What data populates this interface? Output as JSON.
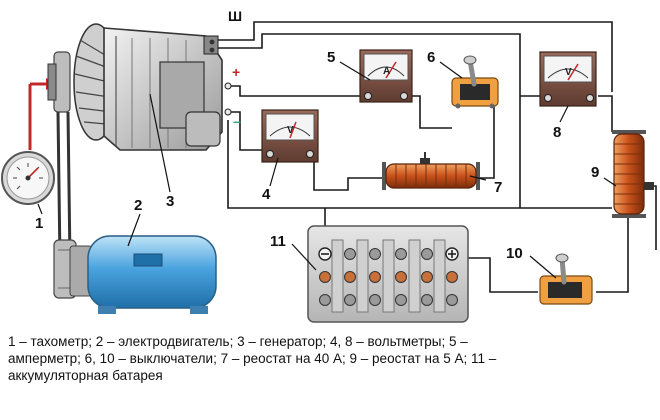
{
  "callouts": {
    "c1": "1",
    "c2": "2",
    "c3": "3",
    "c4": "4",
    "c5": "5",
    "c6": "6",
    "c7": "7",
    "c8": "8",
    "c9": "9",
    "c10": "10",
    "c11": "11"
  },
  "terminals": {
    "sh": "Ш",
    "plus": "+",
    "minus": "–"
  },
  "meters": {
    "ammeter_letter": "A",
    "voltmeter_letter": "V"
  },
  "colors": {
    "wire": "#1a1a1a",
    "positive_arrow": "#c0282a",
    "negative_mark": "#2aa27a",
    "rheostat": "#c8501a",
    "motor": "#4aa3df"
  },
  "caption": {
    "line1": "1 – тахометр; 2 – электродвигатель; 3 – генератор; 4, 8 – вольтметры; 5 –",
    "line2": "амперметр; 6, 10 – выключатели; 7 – реостат на 40 А; 9 – реостат на 5 А; 11 –",
    "line3": "аккумуляторная батарея"
  }
}
